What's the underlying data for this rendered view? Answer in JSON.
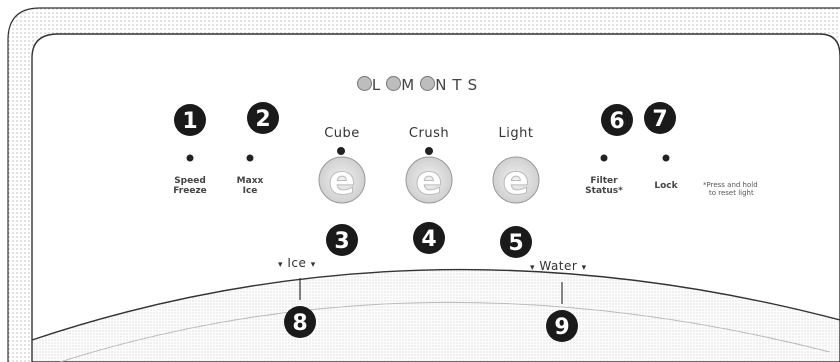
{
  "brand": {
    "letters": [
      "E",
      "L",
      "E",
      "M",
      "E",
      "N",
      "T",
      "S"
    ],
    "graphic_letters": [
      0,
      2,
      4
    ]
  },
  "callouts": [
    "1",
    "2",
    "3",
    "4",
    "5",
    "6",
    "7",
    "8",
    "9"
  ],
  "indicators": {
    "speed_freeze": [
      "Speed",
      "Freeze"
    ],
    "maxx_ice": [
      "Maxx",
      "Ice"
    ],
    "filter_status": [
      "Filter",
      "Status*"
    ],
    "lock": "Lock"
  },
  "buttons": {
    "cube": "Cube",
    "crush": "Crush",
    "light": "Light",
    "glyph": "e"
  },
  "note": [
    "*Press and hold",
    "to reset light"
  ],
  "dispenser": {
    "ice": "Ice",
    "water": "Water",
    "arrow": "▾"
  },
  "colors": {
    "callout_fill": "#1a1a1a",
    "callout_text": "#ffffff",
    "dot": "#222222",
    "button_glyph": "#d4d4d4",
    "panel_stroke": "#333333"
  }
}
